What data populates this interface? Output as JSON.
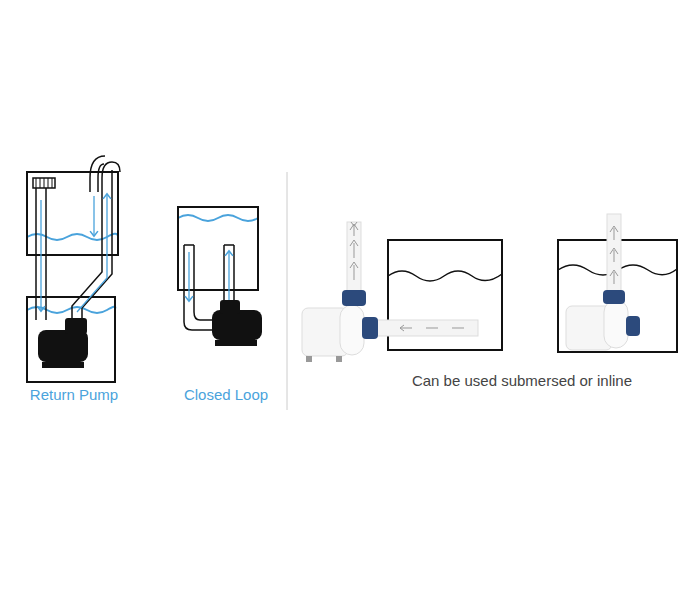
{
  "diagram": {
    "labels": [
      "Return Pump",
      "Closed Loop",
      "Can be used submersed or inline"
    ]
  }
}
